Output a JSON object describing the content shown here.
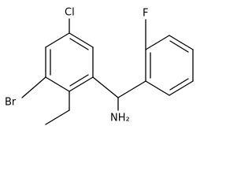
{
  "molecule": {
    "atom_labels": {
      "chlorine": "Cl",
      "bromine": "Br",
      "fluorine": "F",
      "amine": "NH₂"
    }
  },
  "colors": {
    "bond": "#000000",
    "label": "#000000",
    "background": "#ffffff"
  }
}
